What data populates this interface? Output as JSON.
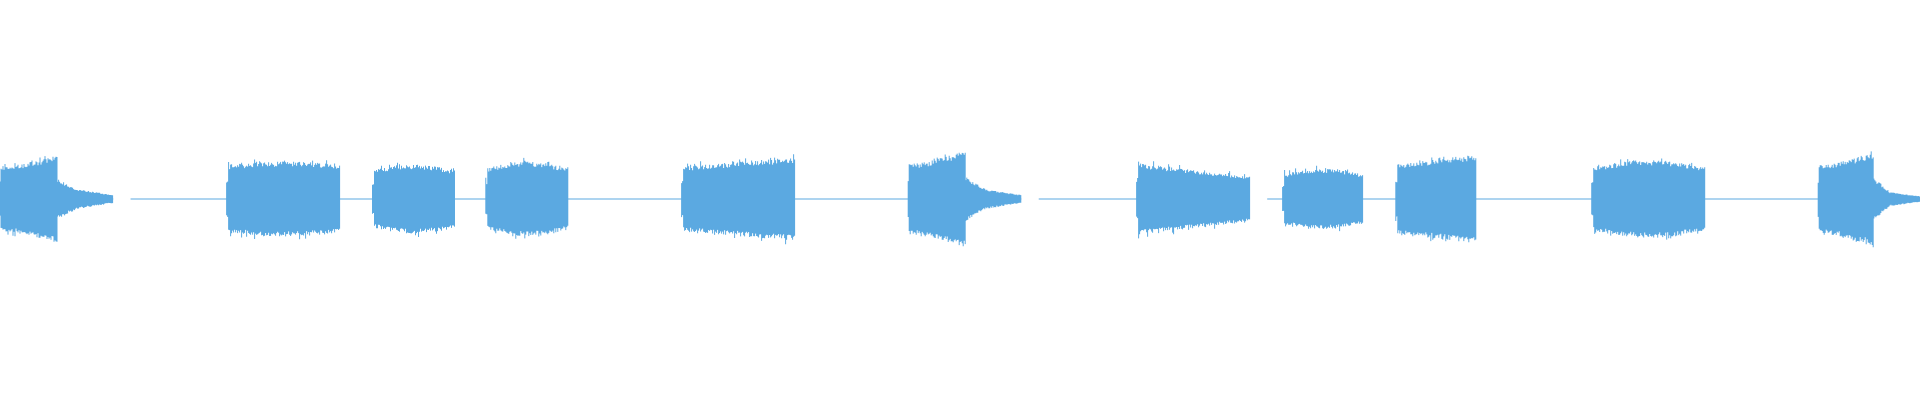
{
  "waveform": {
    "color": "#5ba9e1",
    "background": "#ffffff",
    "time_range": [
      0,
      1
    ],
    "amplitude_range": [
      -1,
      1
    ],
    "clips": [
      {
        "start": 0.0,
        "end": 0.03,
        "shape": "attack",
        "peak": 0.62,
        "tail": {
          "end": 0.059,
          "level": 0.14
        }
      },
      {
        "start": 0.118,
        "end": 0.177,
        "shape": "flat",
        "peak": 0.52
      },
      {
        "start": 0.194,
        "end": 0.237,
        "shape": "bulge",
        "peak": 0.48
      },
      {
        "start": 0.253,
        "end": 0.296,
        "shape": "bulge",
        "peak": 0.52
      },
      {
        "start": 0.355,
        "end": 0.414,
        "shape": "rising",
        "peak": 0.58
      },
      {
        "start": 0.473,
        "end": 0.503,
        "shape": "attack",
        "peak": 0.68,
        "tail": {
          "end": 0.532,
          "level": 0.14
        }
      },
      {
        "start": 0.592,
        "end": 0.651,
        "shape": "decay",
        "peak": 0.5
      },
      {
        "start": 0.668,
        "end": 0.71,
        "shape": "bulge",
        "peak": 0.42
      },
      {
        "start": 0.727,
        "end": 0.769,
        "shape": "rising",
        "peak": 0.62
      },
      {
        "start": 0.829,
        "end": 0.888,
        "shape": "bulge",
        "peak": 0.54
      },
      {
        "start": 0.947,
        "end": 0.976,
        "shape": "attack",
        "peak": 0.66,
        "tail": {
          "end": 1.0,
          "level": 0.1
        }
      }
    ],
    "silence_gaps": [
      {
        "start": 0.059,
        "end": 0.068
      },
      {
        "start": 0.532,
        "end": 0.541
      },
      {
        "start": 0.651,
        "end": 0.66
      }
    ]
  }
}
